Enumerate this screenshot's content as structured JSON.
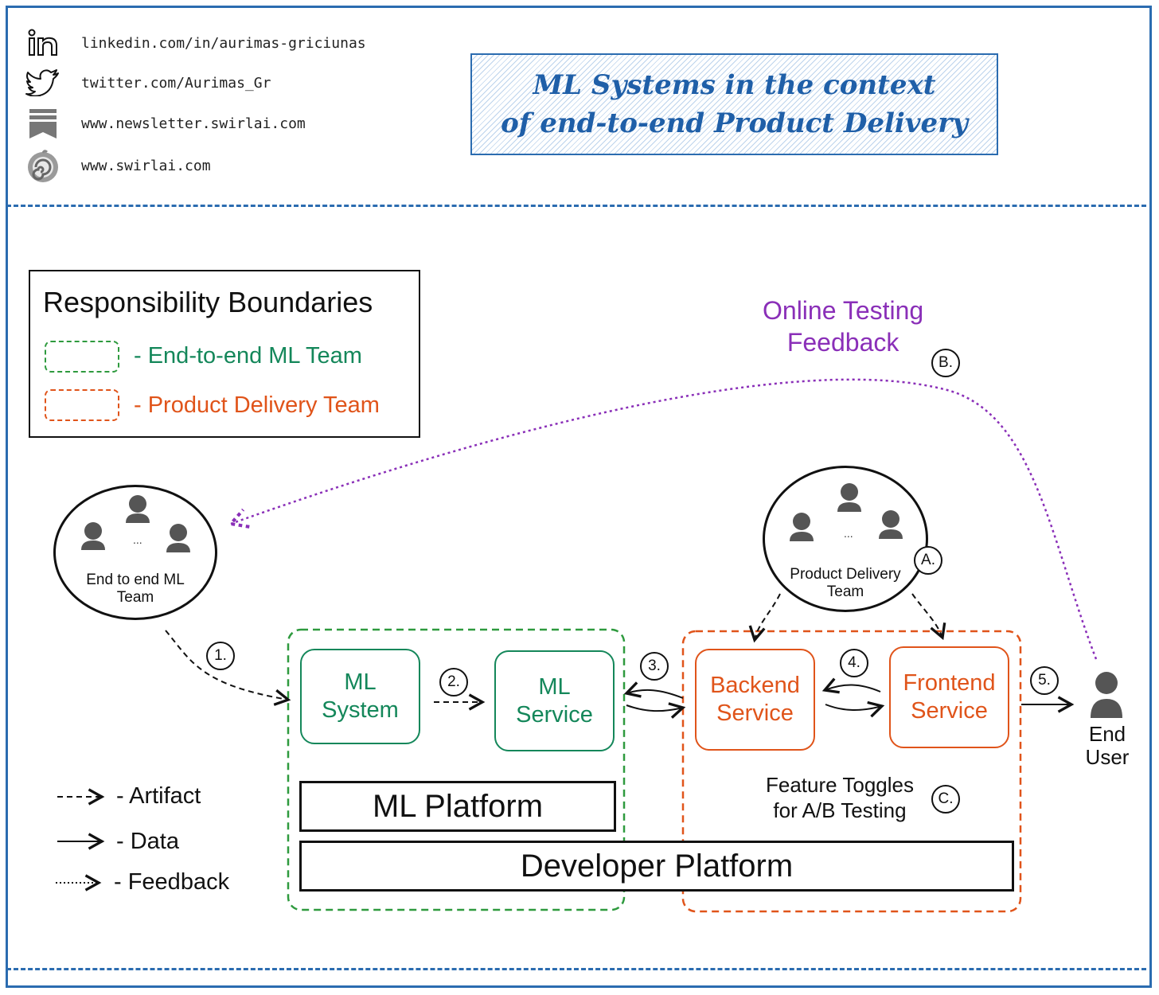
{
  "social": {
    "linkedin": "linkedin.com/in/aurimas-griciunas",
    "twitter": "twitter.com/Aurimas_Gr",
    "newsletter": "www.newsletter.swirlai.com",
    "website": "www.swirlai.com"
  },
  "title": {
    "line1": "ML Systems in the context",
    "line2": "of end-to-end Product Delivery"
  },
  "legend": {
    "title": "Responsibility Boundaries",
    "ml_team": "- End-to-end ML Team",
    "product_team": "- Product Delivery Team"
  },
  "online_feedback": {
    "line1": "Online Testing",
    "line2": "Feedback"
  },
  "teams": {
    "ml_team": {
      "line1": "End to end ML",
      "line2": "Team",
      "ellipsis": "..."
    },
    "product_team": {
      "line1": "Product Delivery",
      "line2": "Team",
      "ellipsis": "..."
    }
  },
  "boxes": {
    "ml_system": {
      "line1": "ML",
      "line2": "System"
    },
    "ml_service": {
      "line1": "ML",
      "line2": "Service"
    },
    "backend": {
      "line1": "Backend",
      "line2": "Service"
    },
    "frontend": {
      "line1": "Frontend",
      "line2": "Service"
    },
    "ml_platform": "ML Platform",
    "developer_platform": "Developer Platform"
  },
  "feature_toggles": {
    "line1": "Feature Toggles",
    "line2": "for A/B Testing"
  },
  "end_user": {
    "line1": "End",
    "line2": "User"
  },
  "markers": {
    "m1": "1.",
    "m2": "2.",
    "m3": "3.",
    "m4": "4.",
    "m5": "5.",
    "a": "A.",
    "b": "B.",
    "c": "C."
  },
  "key": {
    "artifact": "- Artifact",
    "data": "- Data",
    "feedback": "- Feedback"
  },
  "colors": {
    "frame": "#2b6cb0",
    "green": "#14875a",
    "orange": "#e0541a",
    "purple": "#8a2fb8",
    "person": "#555555"
  }
}
